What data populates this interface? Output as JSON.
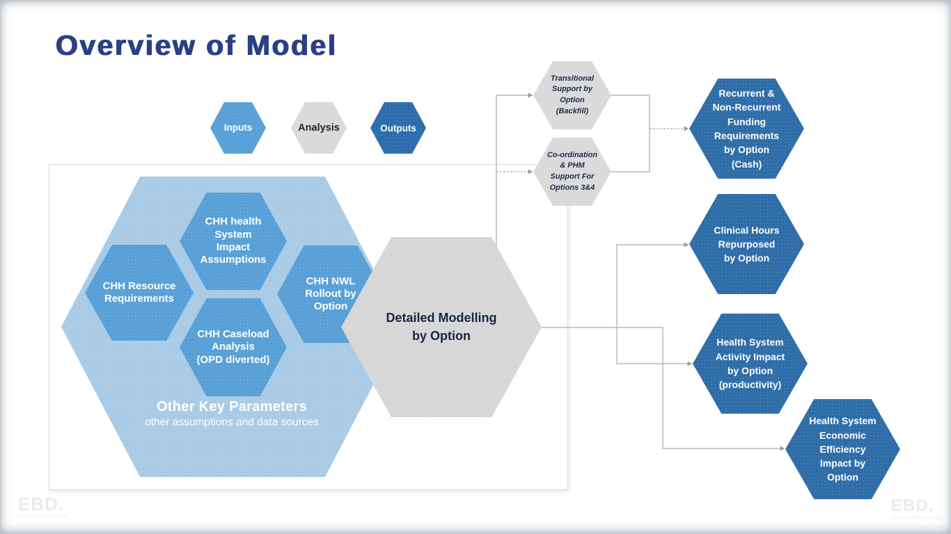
{
  "slide": {
    "title": "Overview of Model"
  },
  "legend": {
    "items": [
      {
        "label": "Inputs"
      },
      {
        "label": "Analysis"
      },
      {
        "label": "Outputs"
      }
    ]
  },
  "inputs_group": {
    "hexagons": [
      {
        "id": "resource",
        "label": "CHH Resource\nRequirements"
      },
      {
        "id": "health_system",
        "label": "CHH health\nSystem\nImpact\nAssumptions"
      },
      {
        "id": "nwl_rollout",
        "label": "CHH NWL\nRollout by\nOption"
      },
      {
        "id": "caseload",
        "label": "CHH Caseload\nAnalysis\n(OPD diverted)"
      }
    ],
    "other_key_parameters": {
      "title": "Other Key Parameters",
      "subtitle": "other assumptions and data sources"
    }
  },
  "analysis_group": {
    "detailed_modelling": {
      "label": "Detailed Modelling\nby Option"
    },
    "support_hexagons": [
      {
        "id": "transitional",
        "label": "Transitional\nSupport by\nOption\n(Backfill)"
      },
      {
        "id": "coordination",
        "label": "Co-ordination\n& PHM\nSupport For\nOptions 3&4"
      }
    ]
  },
  "outputs_group": {
    "hexagons": [
      {
        "id": "funding",
        "label": "Recurrent &\nNon-Recurrent\nFunding\nRequirements\nby Option\n(Cash)"
      },
      {
        "id": "clinical_hours",
        "label": "Clinical Hours\nRepurposed\nby Option"
      },
      {
        "id": "activity_impact",
        "label": "Health System\nActivity Impact\nby Option\n(productivity)"
      },
      {
        "id": "economic_efficiency",
        "label": "Health System\nEconomic\nEfficiency\nImpact by\nOption"
      }
    ]
  },
  "watermark": {
    "text": "EBD.",
    "subtext": "EconomicsByDesign"
  },
  "colors": {
    "title_navy": "#2a3f85",
    "light_blue": "#a9cbe6",
    "mid_blue": "#58a0d7",
    "dark_blue": "#2e6da8",
    "hex_gray": "#dbdbdb",
    "line_gray": "#ababab",
    "dark_text": "#1f2a44"
  }
}
